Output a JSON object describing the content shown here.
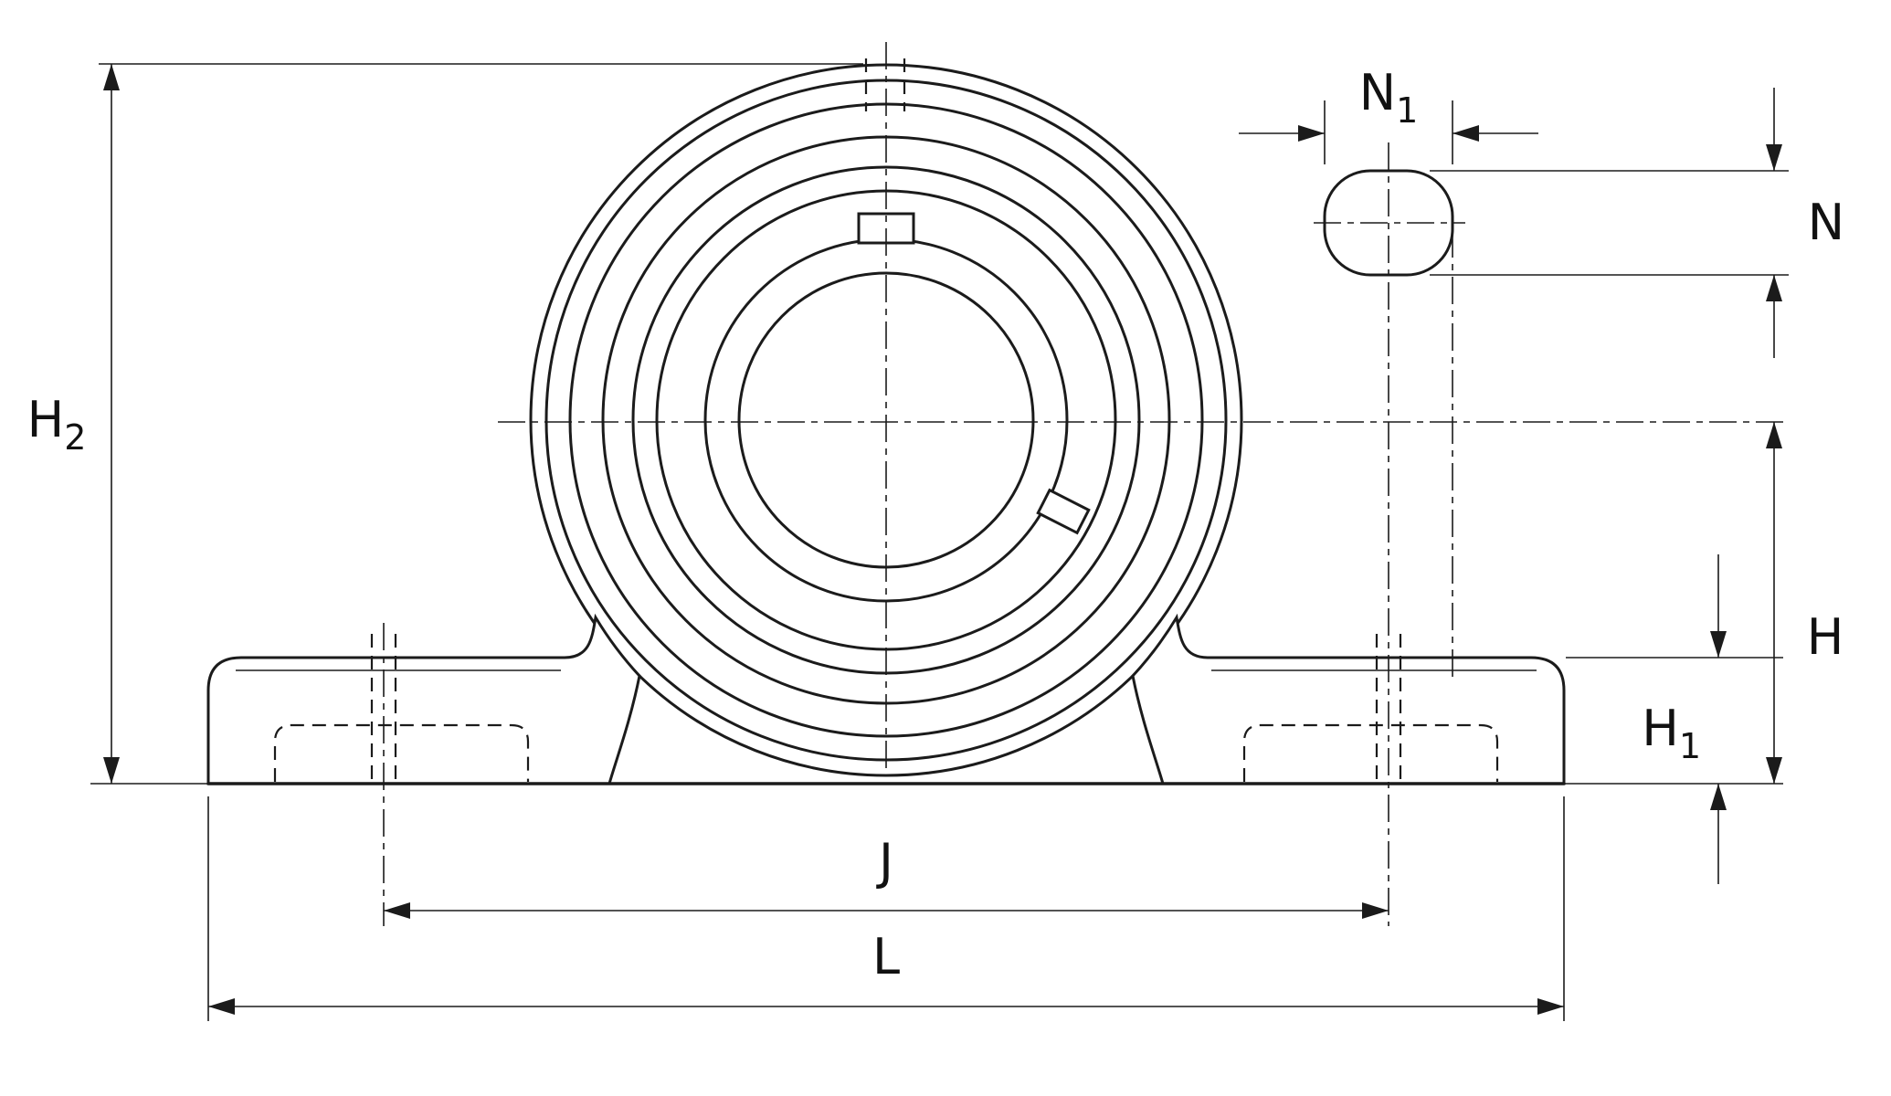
{
  "document": {
    "type": "technical-dimension-drawing",
    "subject": "Pillow block bearing unit, front view with slotted mounting-hole detail"
  },
  "colors": {
    "line": "#1b1b1b",
    "background": "#ffffff"
  },
  "labels": {
    "h2": {
      "main": "H",
      "sub": "2"
    },
    "n1": {
      "main": "N",
      "sub": "1"
    },
    "n": {
      "main": "N",
      "sub": ""
    },
    "h": {
      "main": "H",
      "sub": ""
    },
    "h1": {
      "main": "H",
      "sub": "1"
    },
    "j": {
      "main": "J",
      "sub": ""
    },
    "l": {
      "main": "L",
      "sub": ""
    }
  }
}
